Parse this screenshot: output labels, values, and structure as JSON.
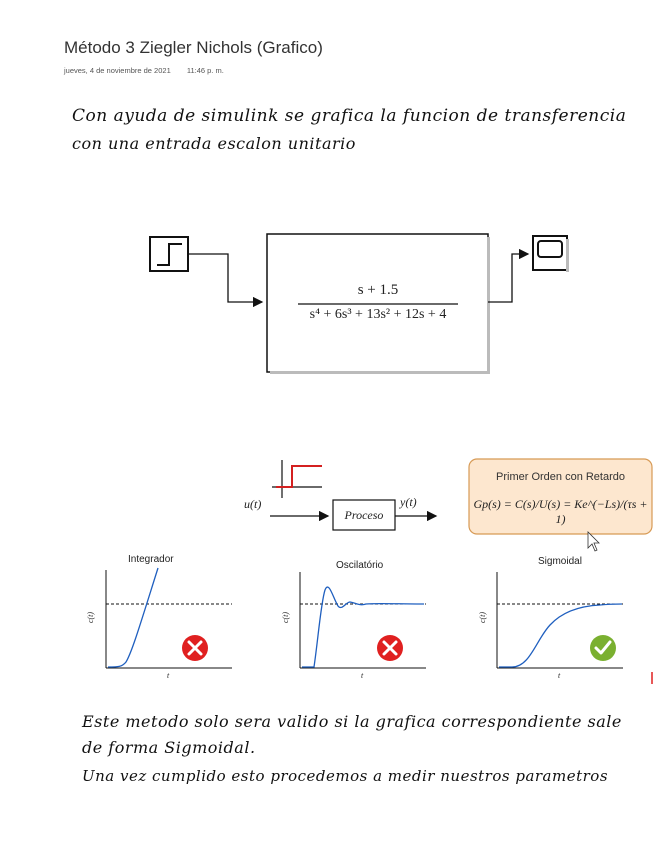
{
  "page": {
    "title": "Método 3 Ziegler Nichols (Grafico)",
    "date": "jueves, 4 de noviembre de 2021",
    "time": "11:46 p. m."
  },
  "notes": {
    "line1": "Con ayuda de simulink se grafica la funcion de transferencia",
    "line2": "con una entrada escalon unitario",
    "line3": "Este metodo solo sera valido si la grafica correspondiente sale",
    "line4": "de forma Sigmoidal.",
    "line5": "Una vez cumplido esto procedemos a medir nuestros parametros"
  },
  "simulink": {
    "numerator": "s + 1.5",
    "denominator": "s⁴ + 6s³ + 13s² + 12s + 4"
  },
  "process_diagram": {
    "input_label": "u(t)",
    "output_label": "y(t)",
    "block_label": "Proceso",
    "model_title": "Primer Orden con Retardo",
    "model_formula": "Gp(s) = C(s)/U(s) = Ke^(−Ls)/(τs + 1)"
  },
  "responses": [
    {
      "title": "Integrador",
      "y_axis": "c(t)",
      "x_axis": "t",
      "valid": false
    },
    {
      "title": "Oscilatório",
      "y_axis": "c(t)",
      "x_axis": "t",
      "valid": false
    },
    {
      "title": "Sigmoidal",
      "y_axis": "c(t)",
      "x_axis": "t",
      "valid": true
    }
  ],
  "colors": {
    "curve": "#1f5fbf",
    "step": "#d42020",
    "invalid": "#e02020",
    "valid": "#7ab030",
    "model_box_fill": "#fde7cf",
    "model_box_border": "#d79a55"
  }
}
